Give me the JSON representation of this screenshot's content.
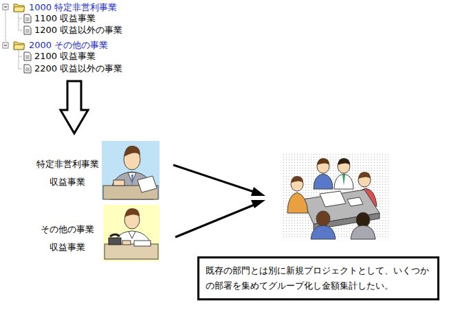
{
  "diagram": {
    "nodes": [
      {
        "text": [
          "既存の部門とは別に新規プロジェクトとして、いくつかの部署を集めてグループ化し金額集計したい。"
        ]
      }
    ],
    "labels": [
      "1000 特定非営利事業",
      "1100 収益事業",
      "1200 収益以外の事業",
      "2000 その他の事業",
      "2100 収益事業",
      "2200 収益以外の事業",
      "特定非営利事業",
      "収益事業",
      "その他の事業",
      "収益事業"
    ]
  }
}
